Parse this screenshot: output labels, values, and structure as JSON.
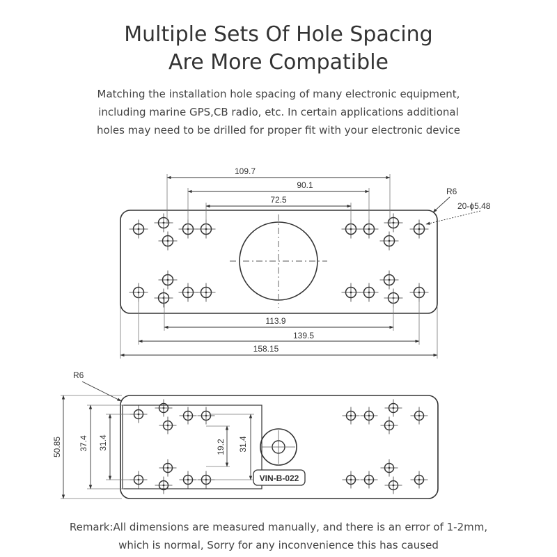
{
  "header": {
    "title_lines": [
      "Multiple Sets Of Hole Spacing",
      "Are More Compatible"
    ],
    "subtitle_lines": [
      "Matching the installation hole spacing of many electronic equipment,",
      "including marine GPS,CB radio, etc. In certain applications additional",
      "holes may need to be drilled for proper fit with your electronic device"
    ]
  },
  "top_view": {
    "dim_109_7": "109.7",
    "dim_90_1": "90.1",
    "dim_72_5": "72.5",
    "dim_113_9": "113.9",
    "dim_139_5": "139.5",
    "dim_158_15": "158.15",
    "corner_radius": "R6",
    "hole_spec": "20-ϕ5.48"
  },
  "side_view": {
    "corner_radius": "R6",
    "dim_50_85": "50.85",
    "dim_37_4": "37.4",
    "dim_31_4_left": "31.4",
    "dim_19_2": "19.2",
    "dim_31_4_right": "31.4",
    "model_label": "VIN-B-022"
  },
  "footer": {
    "remark_lines": [
      "Remark:All dimensions are measured manually, and there is an error of 1-2mm,",
      "which is normal, Sorry for any inconvenience this has caused"
    ]
  }
}
